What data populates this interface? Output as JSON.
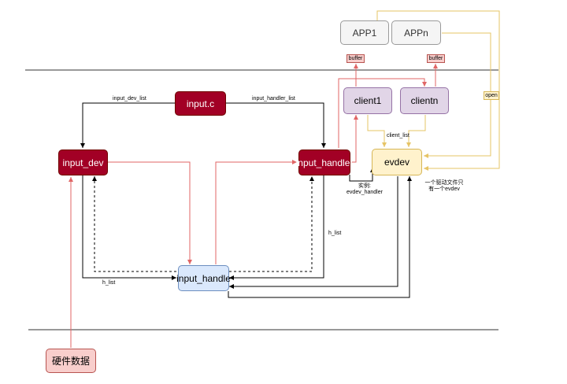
{
  "nodes": {
    "input_c": "input.c",
    "input_dev": "input_dev",
    "input_handler": "input_handler",
    "input_handle": "input_handle",
    "evdev": "evdev",
    "client1": "client1",
    "clientn": "clientn",
    "app1": "APP1",
    "appn": "APPn",
    "hw_data": "硬件数据"
  },
  "tags": {
    "buffer_1": "buffer",
    "buffer_n": "buffer",
    "open": "open"
  },
  "edge_labels": {
    "input_dev_list": "input_dev_list",
    "input_handler_list": "input_handler_list",
    "client_list": "client_list",
    "instance_line1": "实例:",
    "instance_line2": "evdev_handler",
    "h_list_right": "h_list",
    "h_list_bottom": "h_list",
    "evdev_note_line1": "一个驱动文件只",
    "evdev_note_line2": "有一个evdev"
  },
  "colors": {
    "black_edge": "#000000",
    "red_edge": "#e06666",
    "yellow_edge": "#e6c466",
    "divider": "#333333"
  }
}
